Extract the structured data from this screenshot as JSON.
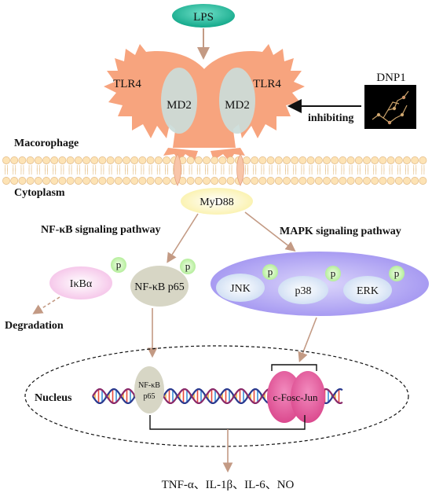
{
  "ligand": {
    "label": "LPS"
  },
  "receptor": {
    "left_label": "TLR4",
    "right_label": "TLR4",
    "left_coreceptor": "MD2",
    "right_coreceptor": "MD2"
  },
  "inhibitor": {
    "name": "DNP1",
    "action_label": "inhibiting"
  },
  "cell": {
    "outside_label": "Macorophage",
    "inside_label": "Cytoplasm"
  },
  "adaptor": {
    "label": "MyD88"
  },
  "pathways": {
    "nfkb": {
      "title": "NF-κB signaling pathway",
      "ikba_label": "IκBα",
      "p65_label": "NF-κB p65",
      "phospho_label": "p",
      "degradation_label": "Degradation"
    },
    "mapk": {
      "title": "MAPK signaling pathway",
      "kinases": [
        "JNK",
        "p38",
        "ERK"
      ],
      "phospho_label": "p"
    }
  },
  "nucleus": {
    "label": "Nucleus",
    "p65_line1": "NF-κB",
    "p65_line2": "p65",
    "ap1_label": "c-Fosc-Jun"
  },
  "outputs": {
    "cytokines": "TNF-α、IL-1β、IL-6、NO"
  },
  "colors": {
    "lps": "#1db89a",
    "tlr4": "#f7a47e",
    "md2": "#cbdcd9",
    "membrane_head": "#fde3b5",
    "myd88": "#fdf7c4",
    "ikba": "#f8d1ee",
    "p65": "#d7d6c5",
    "phospho": "#c7f3b4",
    "mapk_complex": "#a89cf4",
    "kinase": "#dde8f7",
    "ap1": "#e4639f",
    "arrow": "#c39a84"
  }
}
